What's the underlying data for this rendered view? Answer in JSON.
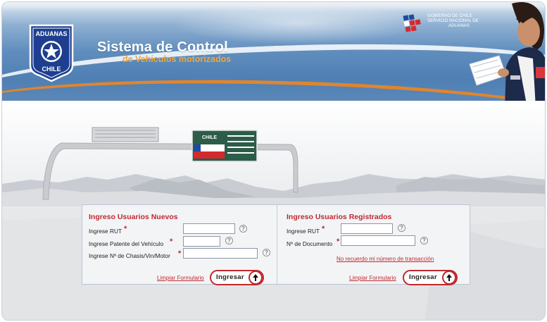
{
  "header": {
    "title": "Sistema de Control",
    "subtitle": "de Vehículos motorizados",
    "logo": {
      "top": "ADUANAS",
      "bottom": "CHILE"
    },
    "gob": {
      "line1": "GOBIERNO DE CHILE",
      "line2": "SERVICIO NACIONAL DE",
      "line3": "ADUANAS"
    }
  },
  "landscape": {
    "sign_main": "CHILE"
  },
  "nuevos": {
    "title": "Ingreso Usuarios Nuevos",
    "rut_label": "Ingrese RUT",
    "rut_value": "",
    "patente_label": "Ingrese Patente del Vehículo",
    "patente_value": "",
    "chasis_label": "Ingrese Nº de Chasis/Vin/Motor",
    "chasis_value": "",
    "required_mark": "*",
    "help_glyph": "?",
    "clear_label": "Limpiar Formulario",
    "submit_label": "Ingresar"
  },
  "registrados": {
    "title": "Ingreso Usuarios Registrados",
    "rut_label": "Ingrese RUT",
    "rut_value": "",
    "doc_label": "Nº de Documento",
    "doc_value": "",
    "required_mark": "*",
    "help_glyph": "?",
    "forgot_label": "No recuerdo mi número de transacción",
    "clear_label": "Limpiar Formulario",
    "submit_label": "Ingresar"
  },
  "colors": {
    "accent_red": "#c0292e",
    "accent_orange": "#f0a637",
    "header_blue": "#4f7fb3"
  }
}
